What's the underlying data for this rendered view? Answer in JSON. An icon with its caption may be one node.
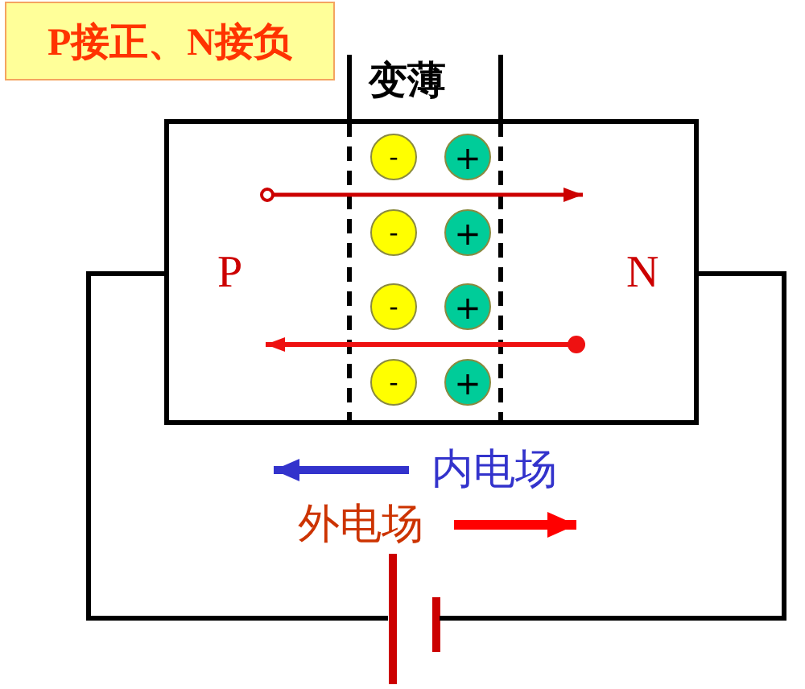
{
  "diagram": {
    "nodes": [
      {
        "text": [
          "P接正、N接负"
        ]
      },
      {
        "text": [
          "P",
          "N"
        ]
      },
      {
        "text": [
          "-"
        ],
        "in": 1
      },
      {
        "text": [
          "+"
        ],
        "in": 1
      },
      {
        "text": [
          "-"
        ],
        "in": 1
      },
      {
        "text": [
          "+"
        ],
        "in": 1
      },
      {
        "text": [
          "-"
        ],
        "in": 1
      },
      {
        "text": [
          "+"
        ],
        "in": 1
      },
      {
        "text": [
          "-"
        ],
        "in": 1
      },
      {
        "text": [
          "+"
        ],
        "in": 1
      },
      {
        "text": [],
        "shape": "battery"
      }
    ],
    "edges": [
      {
        "from": 1,
        "to": 10,
        "arrow": "none"
      },
      {
        "from": 1,
        "to": 10,
        "arrow": "none"
      }
    ],
    "labels": [
      "变薄",
      "内电场",
      "外电场"
    ]
  }
}
